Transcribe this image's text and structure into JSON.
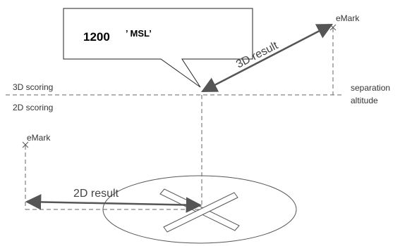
{
  "callout": {
    "value": "1200",
    "unit": "’ MSL’"
  },
  "labels": {
    "scoring_3d": "3D scoring",
    "scoring_2d": "2D scoring",
    "separation_line1": "separation",
    "separation_line2": "altitude",
    "emark_upper": "eMark",
    "emark_lower": "eMark",
    "result_3d": "3D result",
    "result_2d": "2D result"
  },
  "colors": {
    "line": "#555555",
    "dashed": "#666666",
    "text": "#333333"
  }
}
